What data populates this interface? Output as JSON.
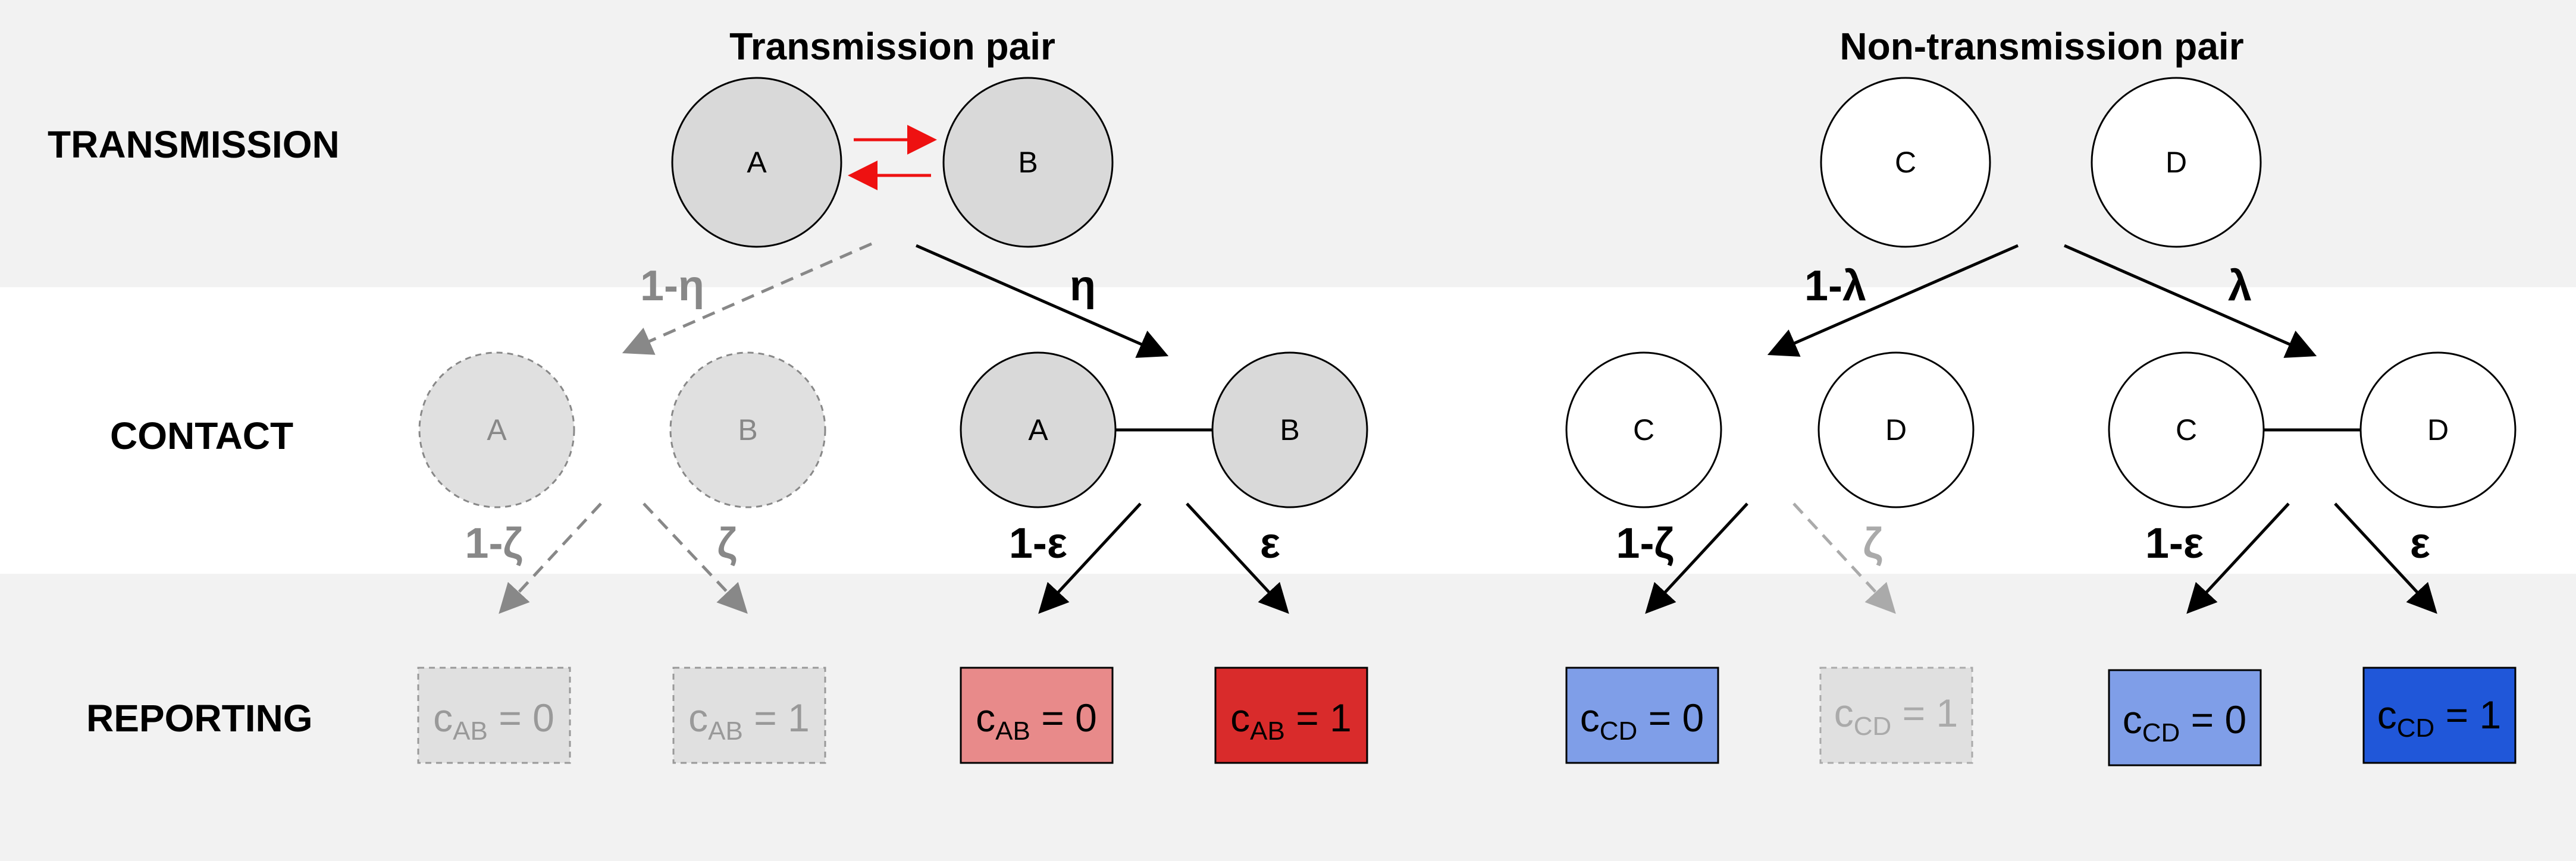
{
  "bands": {
    "transmission": "TRANSMISSION",
    "contact": "CONTACT",
    "reporting": "REPORTING"
  },
  "titles": {
    "transmission_pair": "Transmission pair",
    "non_transmission_pair": "Non-transmission pair"
  },
  "nodes": {
    "a": "A",
    "b": "B",
    "c": "C",
    "d": "D"
  },
  "probabilities": {
    "one_minus_eta": "1-η",
    "eta": "η",
    "one_minus_lambda": "1-λ",
    "lambda": "λ",
    "one_minus_zeta": "1-ζ",
    "zeta": "ζ",
    "one_minus_epsilon": "1-ε",
    "epsilon": "ε"
  },
  "reports": {
    "ab_variable": "c",
    "ab_subscript": "AB",
    "cd_variable": "c",
    "cd_subscript": "CD",
    "equals_zero": " = 0",
    "equals_one": " = 1"
  },
  "colors": {
    "band_grey": "#f2f2f2",
    "node_grey": "#d9d9d9",
    "transmission_arrow": "#ee1111",
    "faded": "#888888",
    "report_ab_0": "#e88a8a",
    "report_ab_1": "#d92b2b",
    "report_cd_0": "#7f9ee8",
    "report_cd_1": "#2057d9",
    "report_faded": "#e0e0e0"
  }
}
